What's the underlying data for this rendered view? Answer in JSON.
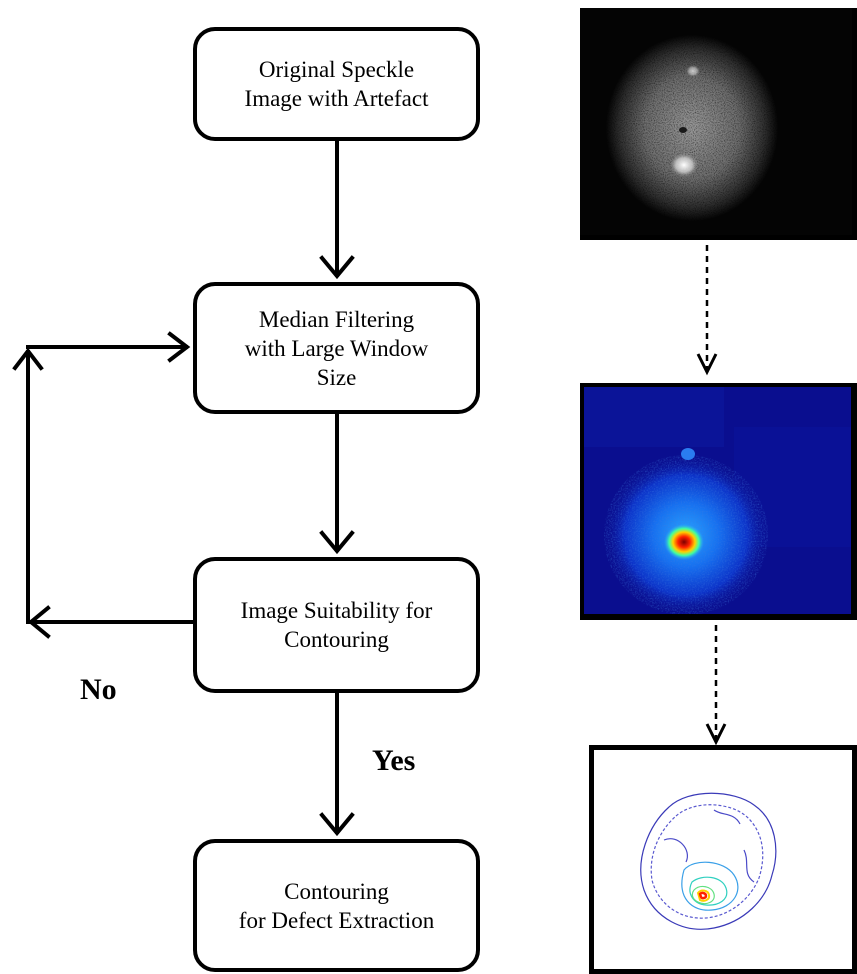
{
  "flowchart": {
    "steps": [
      {
        "lines": [
          "Original Speckle",
          "Image with Artefact"
        ]
      },
      {
        "lines": [
          "Median Filtering",
          "with Large Window",
          "Size"
        ]
      },
      {
        "lines": [
          "Image Suitability for",
          "Contouring"
        ]
      },
      {
        "lines": [
          "Contouring",
          "for Defect Extraction"
        ]
      }
    ],
    "decision_no": "No",
    "decision_yes": "Yes"
  },
  "images": {
    "speckle": {
      "description_icon": "grayscale-speckle-image"
    },
    "filtered": {
      "description_icon": "jet-colormap-heat-image"
    },
    "contour": {
      "description_icon": "contour-plot-image"
    }
  }
}
